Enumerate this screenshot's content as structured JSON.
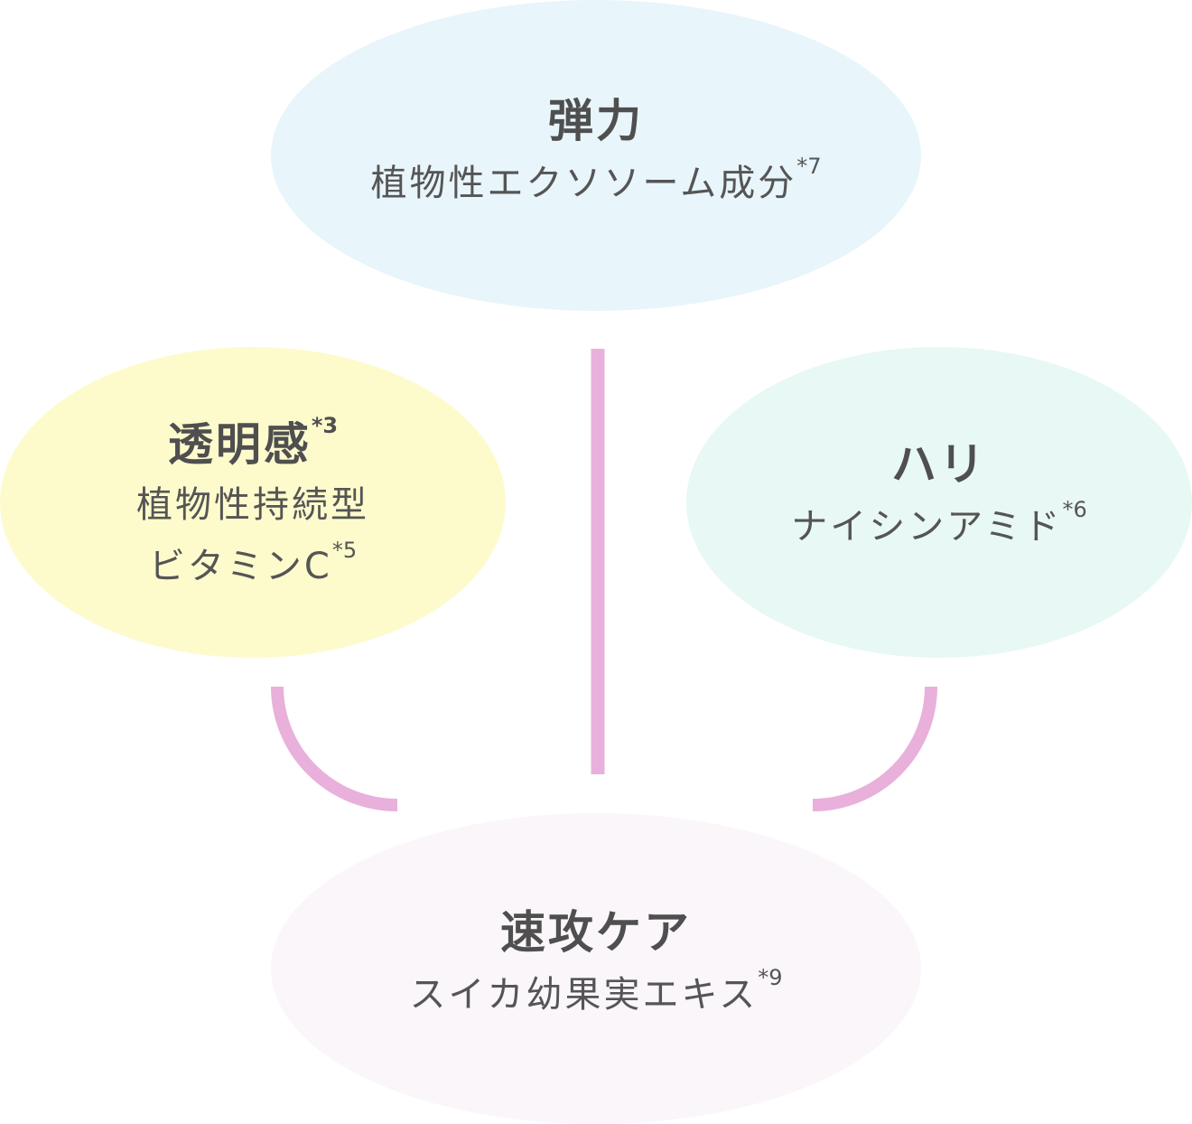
{
  "colors": {
    "top": "#e8f5fb",
    "left": "#fdfbcc",
    "right": "#e8f8f4",
    "bottom": "#faf6fa",
    "connector": "#e8b0da"
  },
  "nodes": {
    "top": {
      "title": "弾力",
      "lines": [
        "植物性エクソソーム成分"
      ],
      "note": "*7"
    },
    "left": {
      "title": "透明感",
      "title_note": "*3",
      "lines": [
        "植物性持続型",
        "ビタミンC"
      ],
      "note": "*5"
    },
    "right": {
      "title": "ハリ",
      "lines": [
        "ナイシンアミド"
      ],
      "note": "*6"
    },
    "bottom": {
      "title": "速攻ケア",
      "lines": [
        "スイカ幼果実エキス"
      ],
      "note": "*9"
    }
  }
}
